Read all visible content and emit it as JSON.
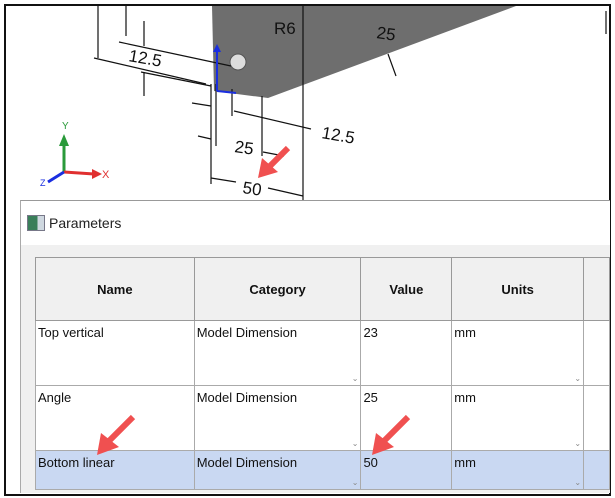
{
  "cad": {
    "dimensions": [
      "R6",
      "25",
      "12.5",
      "12.5",
      "25",
      "50"
    ],
    "axes": {
      "x": "X",
      "y": "Y",
      "z": "Z"
    }
  },
  "dialog": {
    "title": "Parameters",
    "columns": [
      "Name",
      "Category",
      "Value",
      "Units"
    ],
    "rows": [
      {
        "name": "Top vertical",
        "category": "Model Dimension",
        "value": "23",
        "units": "mm",
        "selected": false
      },
      {
        "name": "Angle",
        "category": "Model Dimension",
        "value": "25",
        "units": "mm",
        "selected": false
      },
      {
        "name": "Bottom linear",
        "category": "Model Dimension",
        "value": "50",
        "units": "mm",
        "selected": true
      }
    ]
  },
  "colors": {
    "annotation_arrow": "#f05050",
    "selected_row": "#c9d8f2"
  }
}
